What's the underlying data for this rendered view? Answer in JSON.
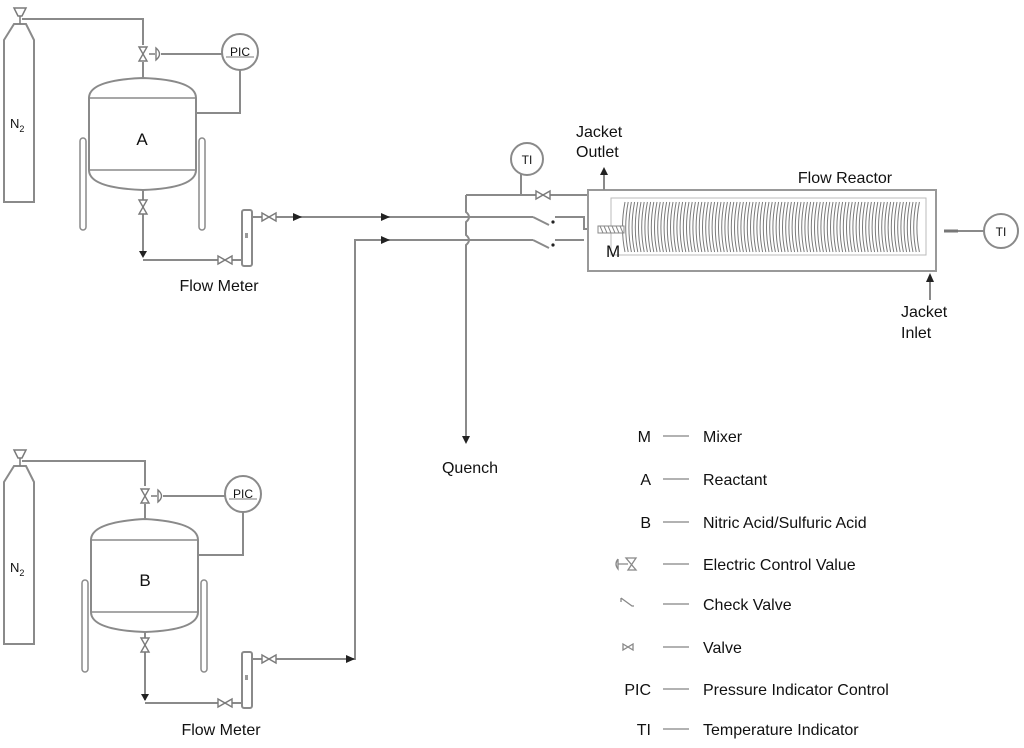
{
  "diagram": {
    "type": "process-flow-diagram",
    "equipment": {
      "cylinder_a": {
        "label": "N",
        "subscript": "2"
      },
      "cylinder_b": {
        "label": "N",
        "subscript": "2"
      },
      "tank_a": {
        "label": "A"
      },
      "tank_b": {
        "label": "B"
      },
      "pic_a": {
        "label": "PIC"
      },
      "pic_b": {
        "label": "PIC"
      },
      "flow_meter_a": {
        "label": "Flow Meter"
      },
      "flow_meter_b": {
        "label": "Flow Meter"
      },
      "ti_inlet": {
        "label": "TI"
      },
      "ti_outlet": {
        "label": "TI"
      },
      "reactor": {
        "label": "Flow Reactor"
      },
      "mixer": {
        "label": "M"
      },
      "jacket_outlet": {
        "line1": "Jacket",
        "line2": "Outlet"
      },
      "jacket_inlet": {
        "line1": "Jacket",
        "line2": "Inlet"
      },
      "quench": {
        "label": "Quench"
      }
    },
    "legend": [
      {
        "symbol": "M",
        "symbol_type": "text",
        "description": "Mixer"
      },
      {
        "symbol": "A",
        "symbol_type": "text",
        "description": "Reactant"
      },
      {
        "symbol": "B",
        "symbol_type": "text",
        "description": "Nitric Acid/Sulfuric Acid"
      },
      {
        "symbol": "electric-control-valve",
        "symbol_type": "icon",
        "description": "Electric Control Value"
      },
      {
        "symbol": "check-valve",
        "symbol_type": "icon",
        "description": "Check Valve"
      },
      {
        "symbol": "valve",
        "symbol_type": "icon",
        "description": "Valve"
      },
      {
        "symbol": "PIC",
        "symbol_type": "text",
        "description": "Pressure Indicator Control"
      },
      {
        "symbol": "TI",
        "symbol_type": "text",
        "description": "Temperature Indicator"
      }
    ],
    "colors": {
      "line": "#8a8a8a",
      "text": "#111111",
      "background": "#ffffff"
    }
  }
}
